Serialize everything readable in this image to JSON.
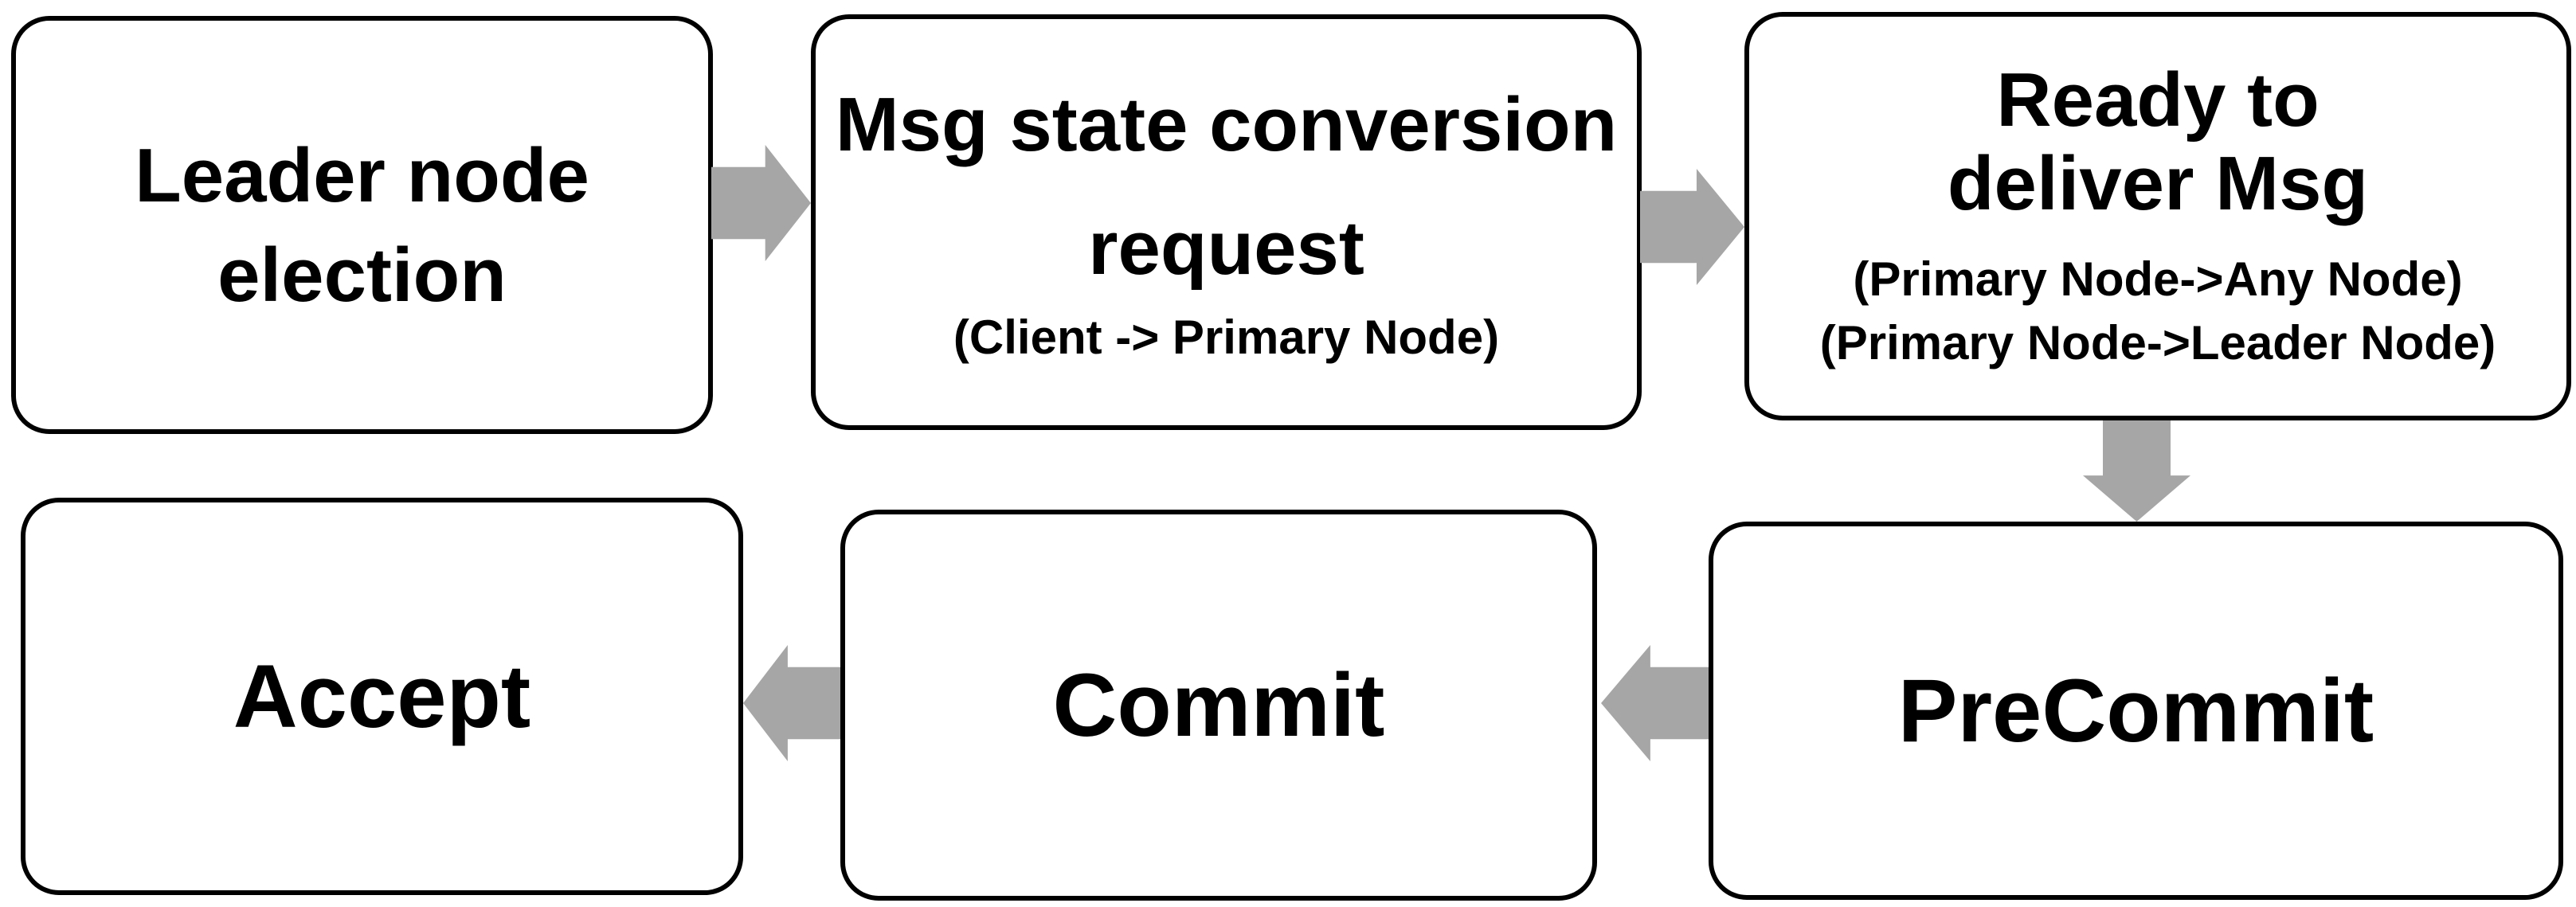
{
  "diagram": {
    "colors": {
      "arrow": "#a6a6a6",
      "border": "#000000",
      "box_fill": "#ffffff",
      "text": "#000000",
      "background": "#ffffff"
    },
    "nodes": {
      "leader_election": {
        "title_lines": [
          "Leader node",
          "election"
        ]
      },
      "msg_request": {
        "title_lines": [
          "Msg state conversion",
          "request"
        ],
        "subtitle_lines": [
          "(Client -> Primary Node)"
        ]
      },
      "ready_deliver": {
        "title_lines": [
          "Ready to",
          "deliver Msg"
        ],
        "subtitle_lines": [
          "(Primary Node->Any Node)",
          "(Primary Node->Leader Node)"
        ]
      },
      "precommit": {
        "label": "PreCommit"
      },
      "commit": {
        "label": "Commit"
      },
      "accept": {
        "label": "Accept"
      }
    },
    "edges": [
      {
        "from": "leader_election",
        "to": "msg_request",
        "direction": "right"
      },
      {
        "from": "msg_request",
        "to": "ready_deliver",
        "direction": "right"
      },
      {
        "from": "ready_deliver",
        "to": "precommit",
        "direction": "down"
      },
      {
        "from": "precommit",
        "to": "commit",
        "direction": "left"
      },
      {
        "from": "commit",
        "to": "accept",
        "direction": "left"
      }
    ]
  }
}
